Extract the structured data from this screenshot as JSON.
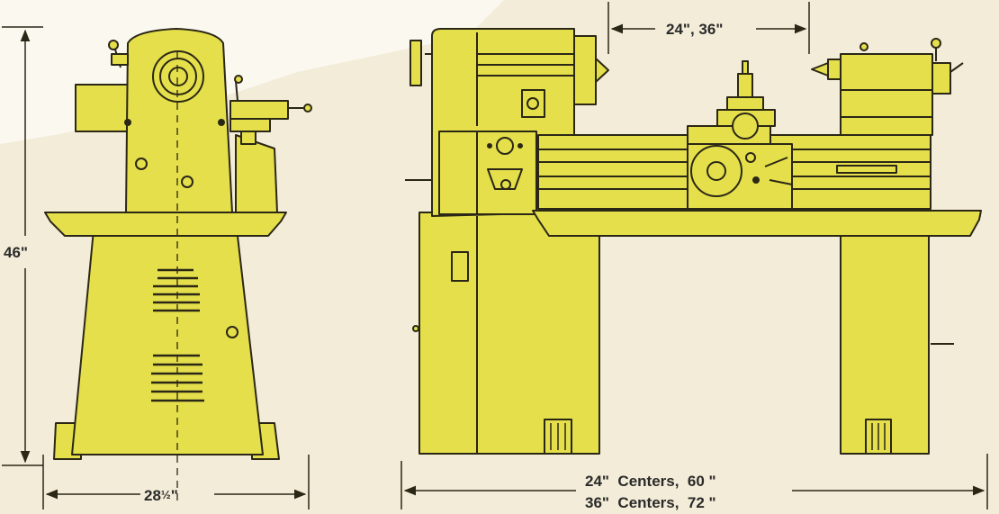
{
  "colors": {
    "paper": "#f3ecd8",
    "paper_light": "#fbf8f0",
    "machine": "#e4df4a",
    "ink": "#2b2716"
  },
  "dimensions": {
    "height": "46\"",
    "base_width_prefix": "28",
    "base_width_fraction": "½",
    "base_width_suffix": "\"",
    "between_centers_top": "24\", 36\"",
    "length_line1": "24\"  Centers,  60 \"",
    "length_line2": "36\"  Centers,  72 \""
  }
}
